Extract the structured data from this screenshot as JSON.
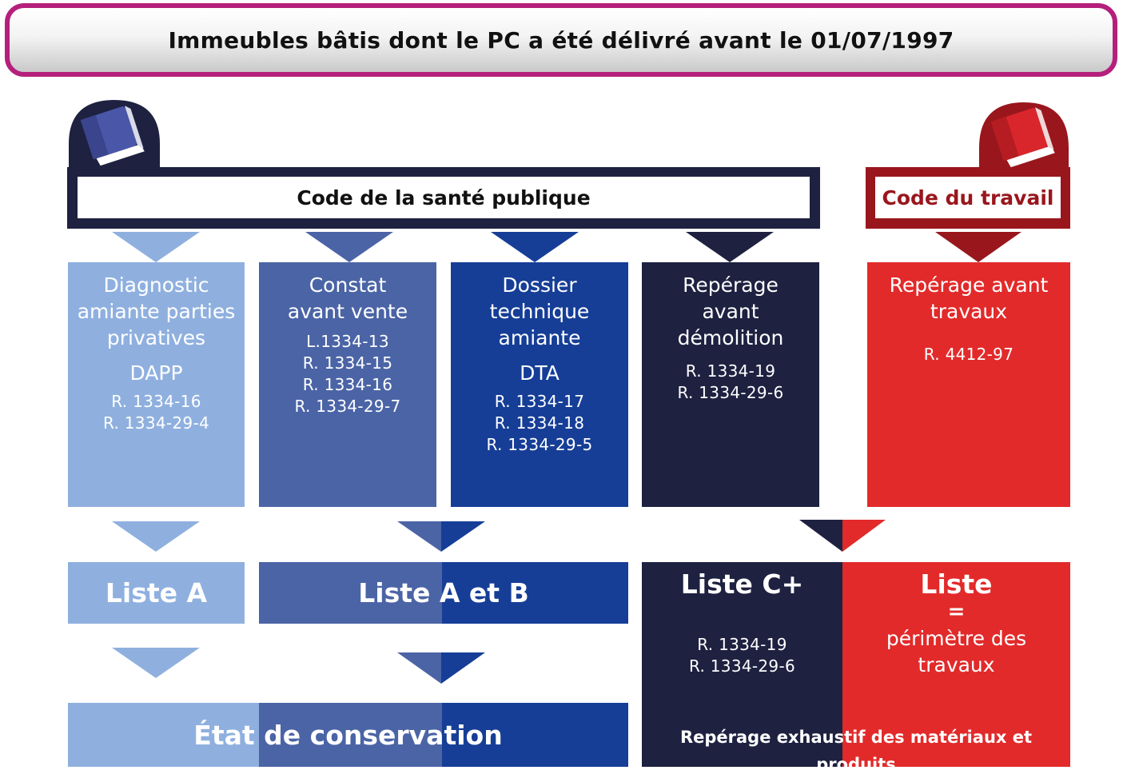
{
  "banner": {
    "title": "Immeubles bâtis dont le PC a été délivré avant le 01/07/1997"
  },
  "codes": {
    "sante": "Code de la santé publique",
    "travail": "Code du travail"
  },
  "columns": [
    {
      "title": "Diagnostic amiante parties privatives",
      "abbr": "DAPP",
      "refs": [
        "R. 1334-16",
        "R. 1334-29-4"
      ]
    },
    {
      "title": "Constat avant vente",
      "abbr": "",
      "refs": [
        "L.1334-13",
        "R. 1334-15",
        "R. 1334-16",
        "R. 1334-29-7"
      ]
    },
    {
      "title": "Dossier technique amiante",
      "abbr": "DTA",
      "refs": [
        "R. 1334-17",
        "R. 1334-18",
        "R. 1334-29-5"
      ]
    },
    {
      "title": "Repérage avant démolition",
      "abbr": "",
      "refs": [
        "R. 1334-19",
        "R. 1334-29-6"
      ]
    },
    {
      "title": "Repérage avant travaux",
      "abbr": "",
      "refs": [
        "R. 4412-97"
      ]
    }
  ],
  "lists": {
    "a": "Liste A",
    "ab": "Liste A et B",
    "cplus": {
      "title": "Liste C+",
      "refs": [
        "R. 1334-19",
        "R. 1334-29-6"
      ]
    },
    "travaux": {
      "title": "Liste",
      "eq": "=",
      "desc": "périmètre des travaux"
    }
  },
  "bottom": {
    "etat": "État de conservation",
    "reperage": "Repérage exhaustif des matériaux et produits"
  },
  "colors": {
    "magenta": "#b5207c",
    "light_blue": "#8fb0df",
    "mid_blue": "#4b64a6",
    "strong_blue": "#163e97",
    "navy": "#1e2140",
    "dark_red": "#99161d",
    "red": "#e22a2a"
  },
  "icons": [
    "blue-book-icon",
    "red-book-icon"
  ]
}
